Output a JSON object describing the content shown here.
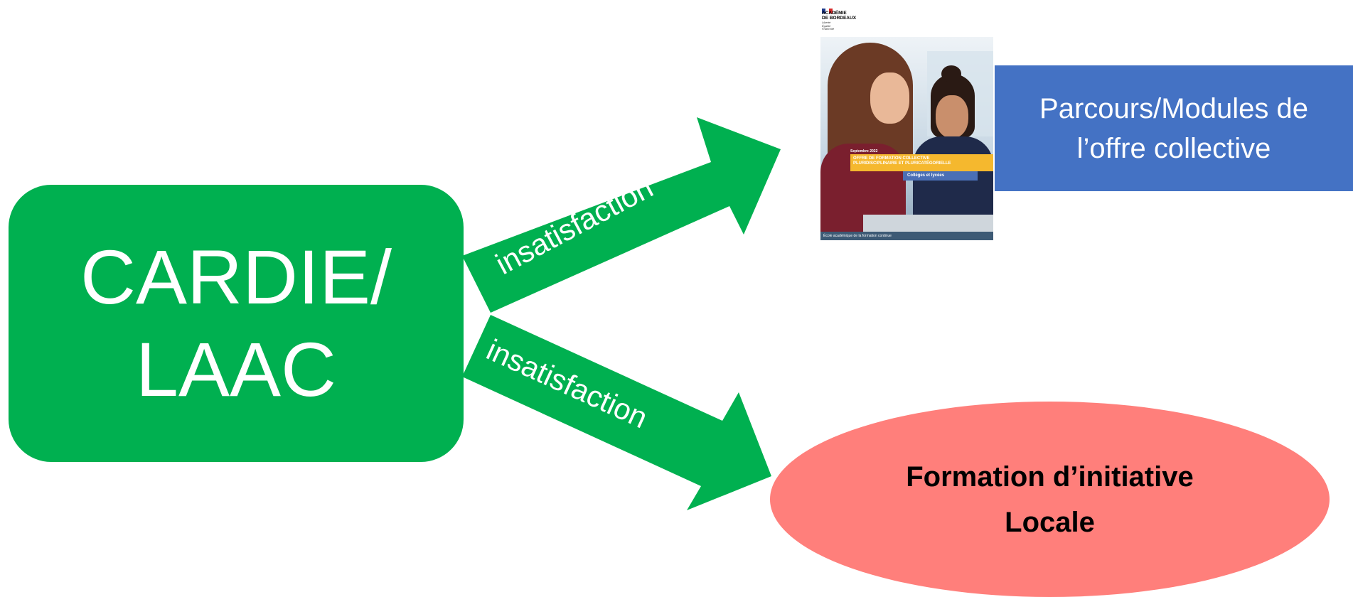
{
  "source_box": {
    "line1": "CARDIE/",
    "line2": "LAAC",
    "color": "#00B050"
  },
  "arrows": {
    "upper_label": "insatisfaction",
    "lower_label": "insatisfaction",
    "color": "#00B050"
  },
  "brochure": {
    "logo_line1": "ACADÉMIE",
    "logo_line2": "DE BORDEAUX",
    "logo_motto": [
      "Liberté",
      "Égalité",
      "Fraternité"
    ],
    "date": "Septembre 2022",
    "band_line1": "OFFRE DE FORMATION COLLECTIVE",
    "band_line2": "PLURIDISCIPLINAIRE ET PLURICATÉGORIELLE",
    "subband": "Collèges et lycées",
    "footer": "École académique de la formation continue"
  },
  "target_upper": {
    "line1": "Parcours/Modules de",
    "line2": "l’offre collective",
    "color": "#4472C4"
  },
  "target_lower": {
    "line1": "Formation d’initiative",
    "line2": "Locale",
    "color": "#FF7F7B"
  }
}
